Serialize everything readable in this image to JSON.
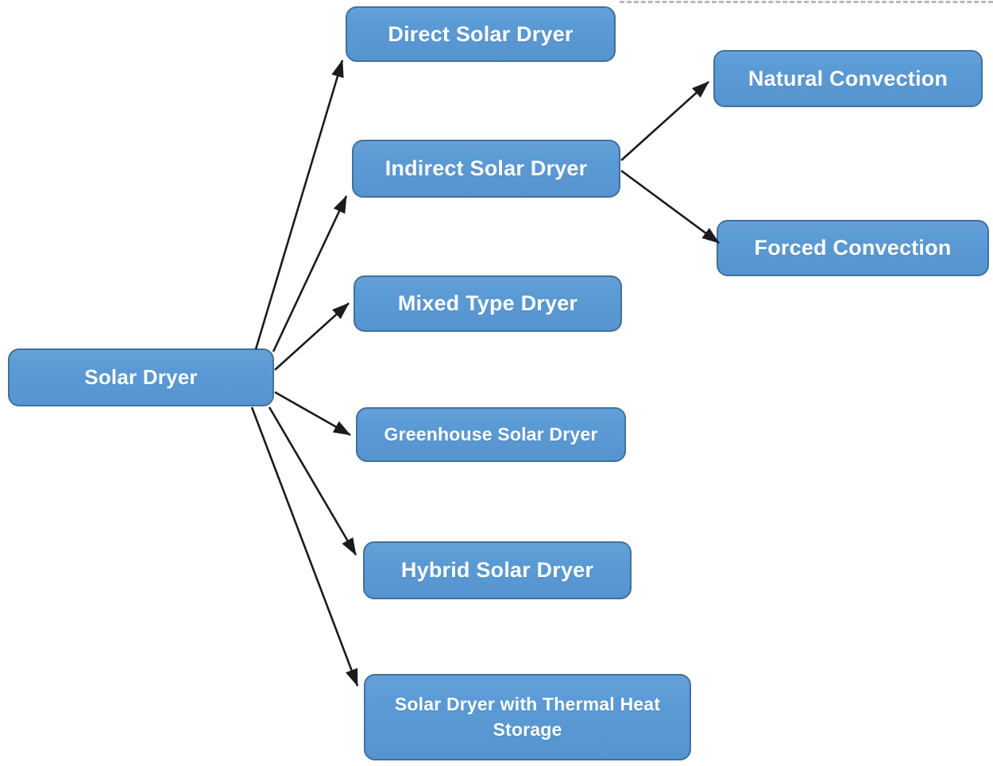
{
  "colors": {
    "node_fill": "#5B9BD5",
    "node_border": "#41719C",
    "node_text": "#FFFFFF",
    "arrow": "#1B1B1B",
    "background": "#FFFFFF"
  },
  "nodes": {
    "solar": {
      "label": "Solar Dryer"
    },
    "direct": {
      "label": "Direct Solar Dryer"
    },
    "indirect": {
      "label": "Indirect Solar Dryer"
    },
    "natural": {
      "label": "Natural Convection"
    },
    "forced": {
      "label": "Forced Convection"
    },
    "mixed": {
      "label": "Mixed Type Dryer"
    },
    "greenhouse": {
      "label": "Greenhouse Solar Dryer"
    },
    "hybrid": {
      "label": "Hybrid Solar Dryer"
    },
    "storage": {
      "label": "Solar Dryer with Thermal Heat Storage"
    }
  },
  "edges": [
    {
      "from": "solar",
      "to": "direct"
    },
    {
      "from": "solar",
      "to": "indirect"
    },
    {
      "from": "solar",
      "to": "mixed"
    },
    {
      "from": "solar",
      "to": "greenhouse"
    },
    {
      "from": "solar",
      "to": "hybrid"
    },
    {
      "from": "solar",
      "to": "storage"
    },
    {
      "from": "indirect",
      "to": "natural"
    },
    {
      "from": "indirect",
      "to": "forced"
    }
  ]
}
